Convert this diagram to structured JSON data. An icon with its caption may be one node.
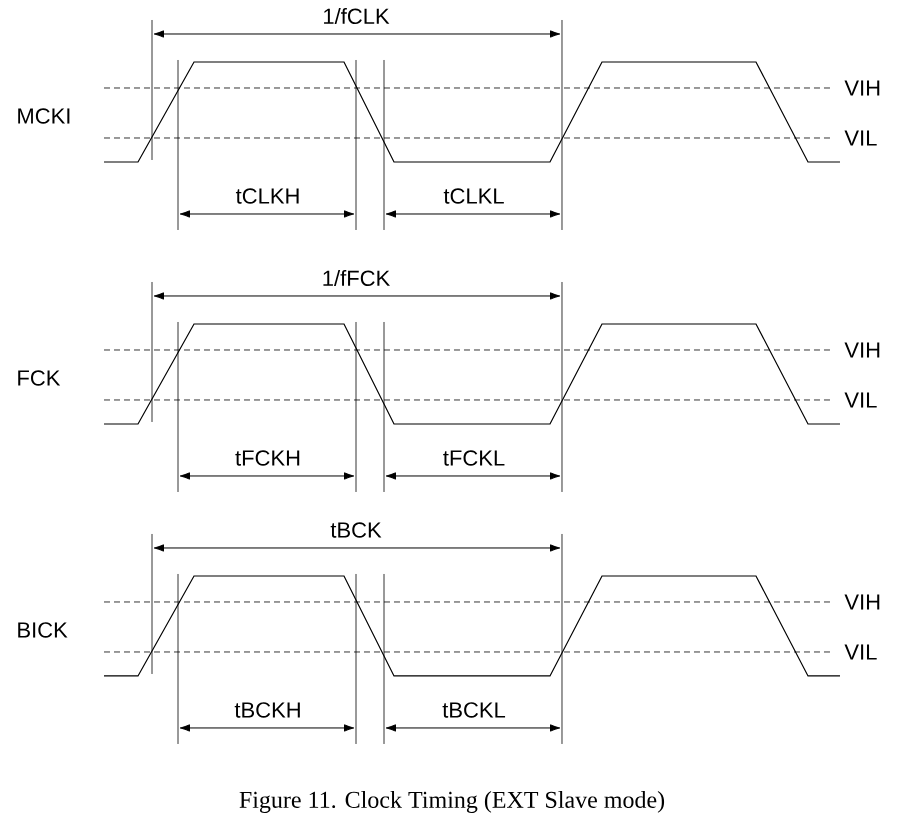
{
  "diagram": {
    "caption": "Figure 11. Clock Timing (EXT Slave mode)",
    "labels": [
      "1/fCLK",
      "MCKI",
      "VIH",
      "VIL",
      "tCLKH",
      "tCLKL",
      "1/fFCK",
      "FCK",
      "VIH",
      "VIL",
      "tFCKH",
      "tFCKL",
      "tBCK",
      "BICK",
      "VIH",
      "VIL",
      "tBCKH",
      "tBCKL"
    ]
  }
}
